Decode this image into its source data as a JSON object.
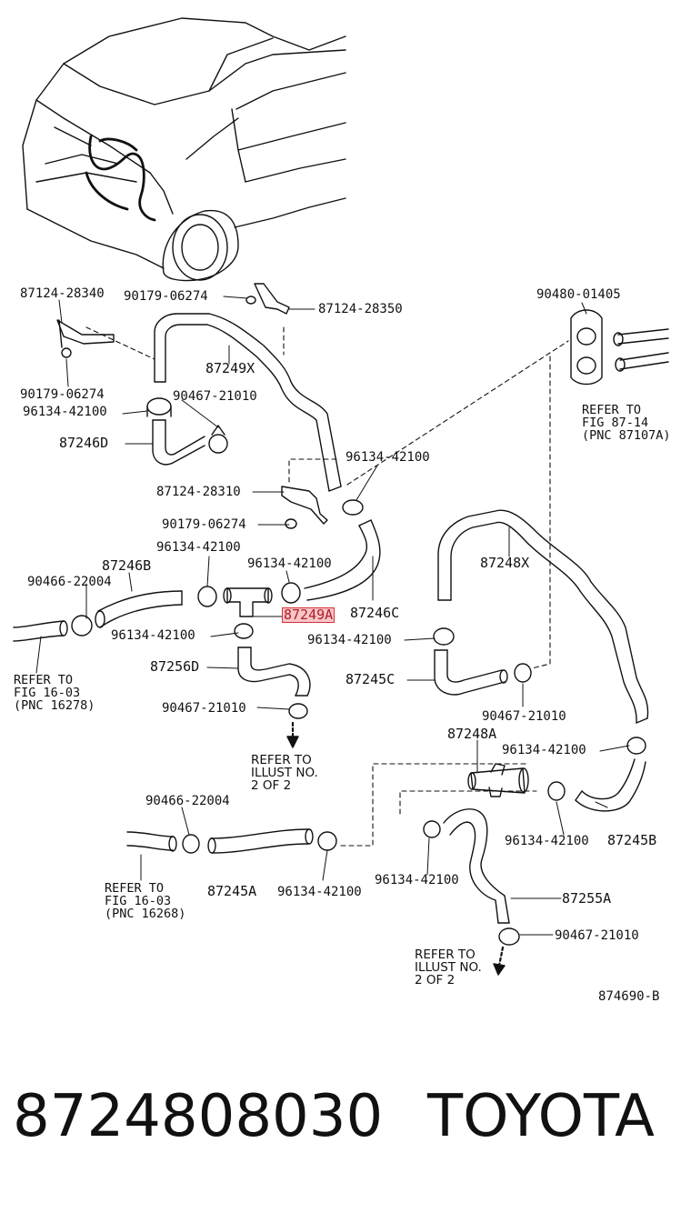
{
  "labels": {
    "l_87124_28340": "87124-28340",
    "l_90179_06274_a": "90179-06274",
    "l_87124_28350": "87124-28350",
    "l_90480_01405": "90480-01405",
    "l_87249x": "87249X",
    "l_90179_06274_b": "90179-06274",
    "l_96134_42100_a": "96134-42100",
    "l_90467_21010_a": "90467-21010",
    "l_87246d": "87246D",
    "l_96134_42100_b": "96134-42100",
    "l_87124_28310": "87124-28310",
    "l_90179_06274_c": "90179-06274",
    "l_96134_42100_c": "96134-42100",
    "l_87246b": "87246B",
    "l_90466_22004_a": "90466-22004",
    "l_96134_42100_d": "96134-42100",
    "l_87249a": "87249A",
    "l_87246c": "87246C",
    "l_87248x": "87248X",
    "l_96134_42100_e": "96134-42100",
    "l_96134_42100_f": "96134-42100",
    "l_87256d": "87256D",
    "l_87245c": "87245C",
    "l_90467_21010_b": "90467-21010",
    "l_90467_21010_c": "90467-21010",
    "l_87248a": "87248A",
    "l_96134_42100_g": "96134-42100",
    "l_90466_22004_b": "90466-22004",
    "l_96134_42100_h": "96134-42100",
    "l_87245b": "87245B",
    "l_87245a": "87245A",
    "l_96134_42100_i": "96134-42100",
    "l_96134_42100_j": "96134-42100",
    "l_87255a": "87255A",
    "l_90467_21010_d": "90467-21010",
    "l_874690b": "874690-B"
  },
  "notes": {
    "refer_87_14": "REFER TO\nFIG 87-14\n(PNC 87107A)",
    "refer_16278": "REFER TO\nFIG 16-03\n(PNC 16278)",
    "illust_1": "REFER TO\nILLUST NO.\n2 OF 2",
    "refer_16268": "REFER TO\nFIG 16-03\n(PNC 16268)",
    "illust_2": "REFER TO\nILLUST NO.\n2 OF 2"
  },
  "caption": {
    "part_number": "8724808030",
    "brand": "TOYOTA"
  },
  "highlight_color": "#d8313a"
}
